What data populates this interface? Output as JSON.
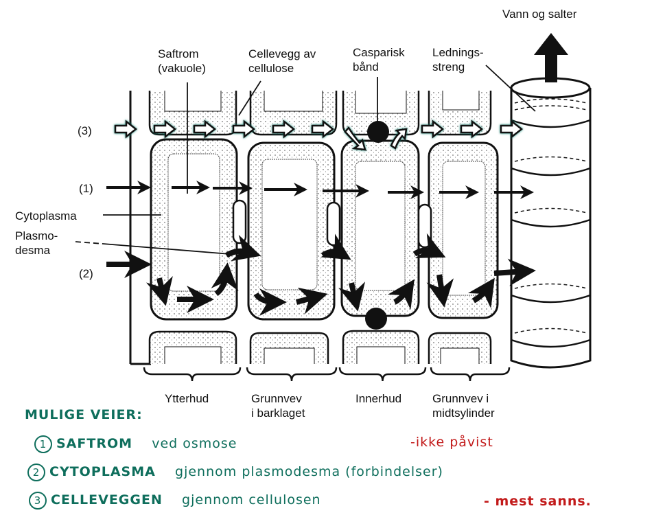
{
  "title": "Vann og salter",
  "labels": {
    "saftrom": [
      "Saftrom",
      "(vakuole)"
    ],
    "cellevegg": [
      "Cellevegg av",
      "cellulose"
    ],
    "caspar": [
      "Casparisk",
      "bånd"
    ],
    "ledning": [
      "Lednings-",
      "streng"
    ],
    "cytoplasma": "Cytoplasma",
    "plasmodesma": [
      "Plasmo-",
      "desma"
    ],
    "path3": "(3)",
    "path1": "(1)",
    "path2": "(2)"
  },
  "tissues": [
    {
      "lines": [
        "Ytterhud"
      ]
    },
    {
      "lines": [
        "Grunnvev",
        "i barklaget"
      ]
    },
    {
      "lines": [
        "Innerhud"
      ]
    },
    {
      "lines": [
        "Grunnvev i",
        "midtsylinder"
      ]
    }
  ],
  "notes": {
    "heading": "MULIGE VEIER:",
    "items": [
      {
        "num": "1",
        "caps": "SAFTROM",
        "rest": "ved osmose",
        "comment": "-ikke påvist"
      },
      {
        "num": "2",
        "caps": "CYTOPLASMA",
        "rest": "gjennom plasmodesma (forbindelser)",
        "comment": ""
      },
      {
        "num": "3",
        "caps": "CELLEVEGGEN",
        "rest": "gjennom cellulosen",
        "comment": "- mest sanns."
      }
    ]
  },
  "colors": {
    "ink_green": "#0e6e5c",
    "ink_red": "#c21a1a",
    "arrow_outline": "#0d8a78"
  }
}
